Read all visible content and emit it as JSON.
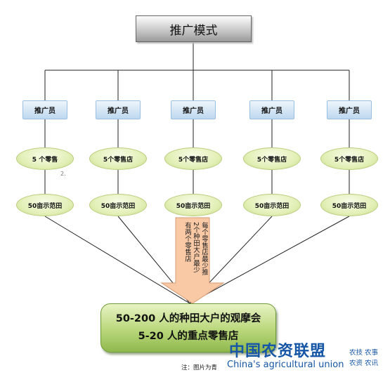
{
  "title": "推广模式",
  "promoters": [
    "推广员",
    "推广员",
    "推广员",
    "推广员",
    "推广员"
  ],
  "stores": [
    "5 个零售",
    "5个零售店",
    "5个零售店",
    "5个零售店",
    "5个零售店"
  ],
  "ranges": [
    "50亩示范田",
    "50亩示范田",
    "50亩示范田",
    "50亩示范田",
    "50亩示范田"
  ],
  "stray_mark": "2.",
  "arrow_text": "每个零售店最少推2个种田大户最少有两个零售店",
  "bottom_box": {
    "line1": "50-200 人的种田大户的观摩会",
    "line2": "5-20 人的重点零售店"
  },
  "note": "注：图片为青",
  "watermark": {
    "name": "中国农资联盟",
    "english": "China's agricultural union",
    "tag1": "农技 农事",
    "tag2": "农资 农讯"
  },
  "colors": {
    "promoter_fill": "#bdd8ef",
    "ellipse_fill": "#e3f0b8",
    "bottom_fill": "#b9d77a",
    "arrow_fill": "#f9c9a6",
    "watermark": "#1556a6"
  }
}
